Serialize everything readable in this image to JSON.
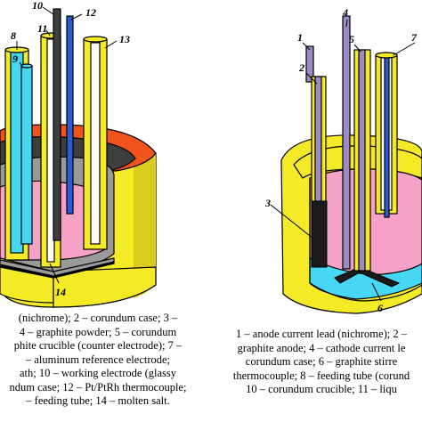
{
  "colors": {
    "yellow": "#f5ea26",
    "yellow_dark": "#d9cc1a",
    "pink": "#f6a2c7",
    "orange": "#f0531c",
    "graphite": "#3e3e3e",
    "gray": "#9a9a9a",
    "cyan": "#47d6f4",
    "purple": "#9b8ac4",
    "blue": "#2d5bd6"
  },
  "left_diagram": {
    "numbers": [
      "8",
      "9",
      "10",
      "11",
      "12",
      "13",
      "14"
    ],
    "caption_lines": [
      "(nichrome); 2 – corundum case; 3 –",
      "4 – graphite powder; 5 – corundum",
      "phite crucible (counter electrode); 7 –",
      "– aluminum reference electrode;",
      "ath; 10 – working electrode (glassy",
      "ndum case; 12 – Pt/PtRh thermocouple;",
      "– feeding tube; 14 – molten salt."
    ]
  },
  "right_diagram": {
    "numbers": [
      "1",
      "2",
      "3",
      "4",
      "5",
      "6",
      "7"
    ],
    "caption_lines": [
      "1 – anode current lead (nichrome); 2 –",
      "graphite anode; 4 – cathode current le",
      "corundum case; 6 – graphite stirre",
      "thermocouple; 8 – feeding tube (corund",
      "10 – corundum crucible; 11 – liqu"
    ]
  }
}
